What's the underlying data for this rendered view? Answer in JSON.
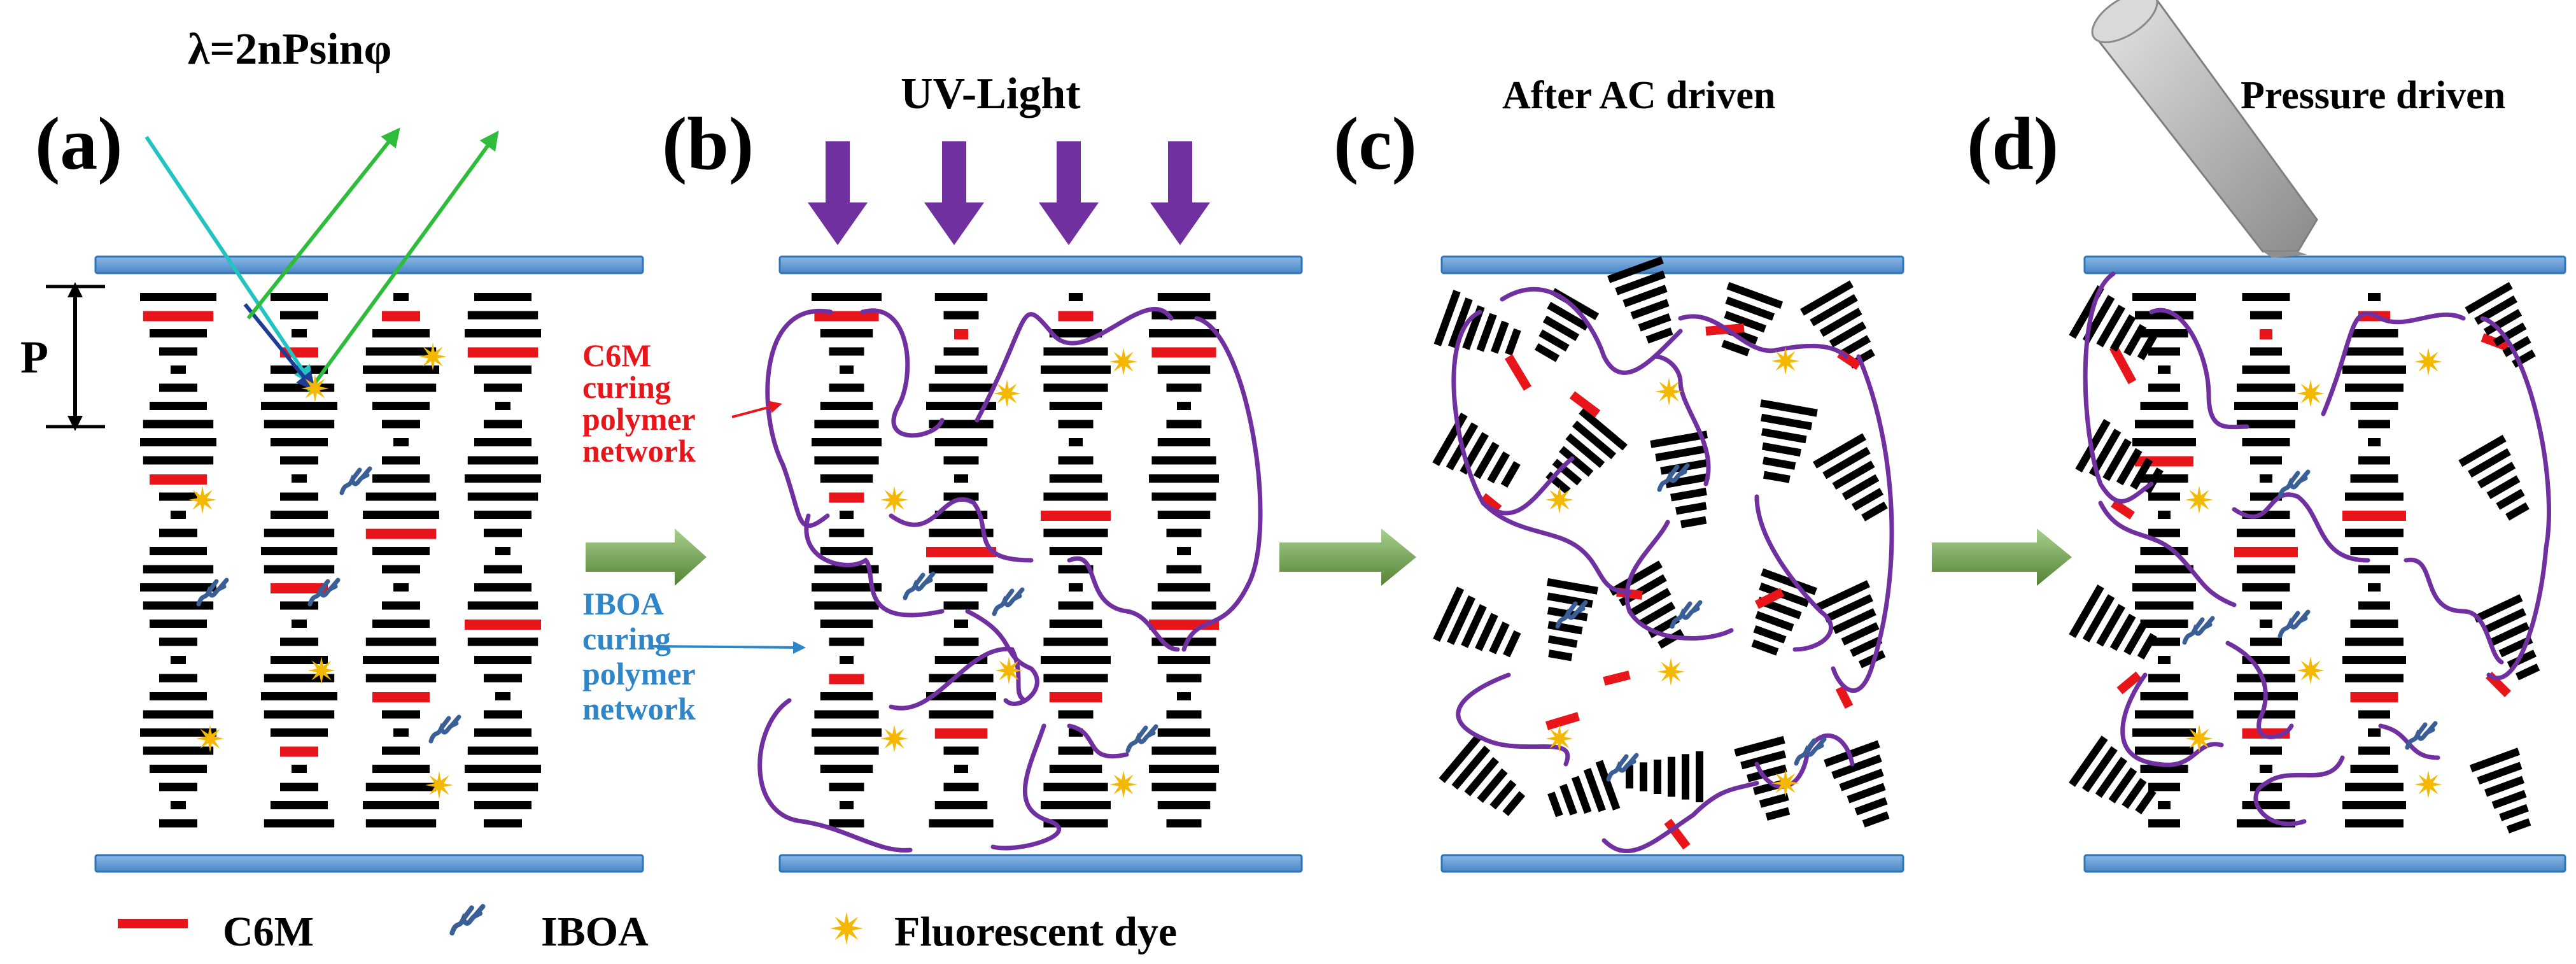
{
  "panels": {
    "a": {
      "label": "(a)",
      "header": "λ=2nPsinφ",
      "period_label": "P"
    },
    "b": {
      "label": "(b)",
      "header": "UV-Light"
    },
    "c": {
      "label": "(c)",
      "header": "After AC driven"
    },
    "d": {
      "label": "(d)",
      "header": "Pressure driven"
    }
  },
  "annotations": {
    "c6m_network": [
      "C6M",
      "curing",
      "polymer",
      "network"
    ],
    "iboa_network": [
      "IBOA",
      "curing",
      "polymer",
      "network"
    ]
  },
  "legend": {
    "c6m": "C6M",
    "iboa": "IBOA",
    "dye": "Fluorescent dye"
  },
  "colors": {
    "substrate": "#5b9bd5",
    "substrate_edge": "#2e75b6",
    "mesogen": "#000000",
    "c6m": "#e8151b",
    "iboa": "#3a5f96",
    "dye": "#f5b800",
    "polymer_chain": "#7030a0",
    "uv_arrow": "#7030a0",
    "process_arrow": "#70ad47",
    "incident_ray": "#22c3c3",
    "reflected_ray": "#2ebd3a",
    "refracted_ray": "#1f3c96",
    "stylus": "#a6a6a6"
  }
}
